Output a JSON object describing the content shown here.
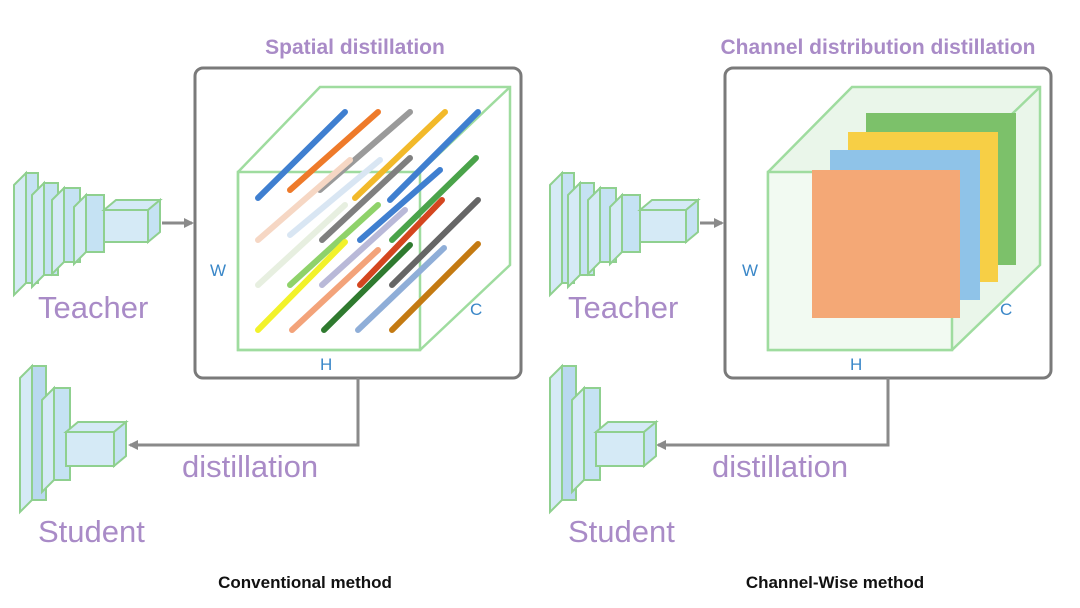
{
  "left_panel": {
    "title": "Spatial distillation",
    "teacher_label": "Teacher",
    "student_label": "Student",
    "arrow_label": "distillation",
    "axis_w": "W",
    "axis_h": "H",
    "axis_c": "C",
    "caption": "Conventional method"
  },
  "right_panel": {
    "title": "Channel distribution distillation",
    "teacher_label": "Teacher",
    "student_label": "Student",
    "arrow_label": "distillation",
    "axis_w": "W",
    "axis_h": "H",
    "axis_c": "C",
    "caption": "Channel-Wise method"
  },
  "colors": {
    "title": "#a98bc7",
    "axis": "#3a87c8",
    "net_fill": "#d5eaf6",
    "net_stroke": "#8fd08f",
    "box_border": "#7a7a7a",
    "channel_green": "#7cc16a",
    "channel_yellow": "#f7cf45",
    "channel_blue": "#8fc3e8",
    "channel_orange": "#f4a876"
  }
}
